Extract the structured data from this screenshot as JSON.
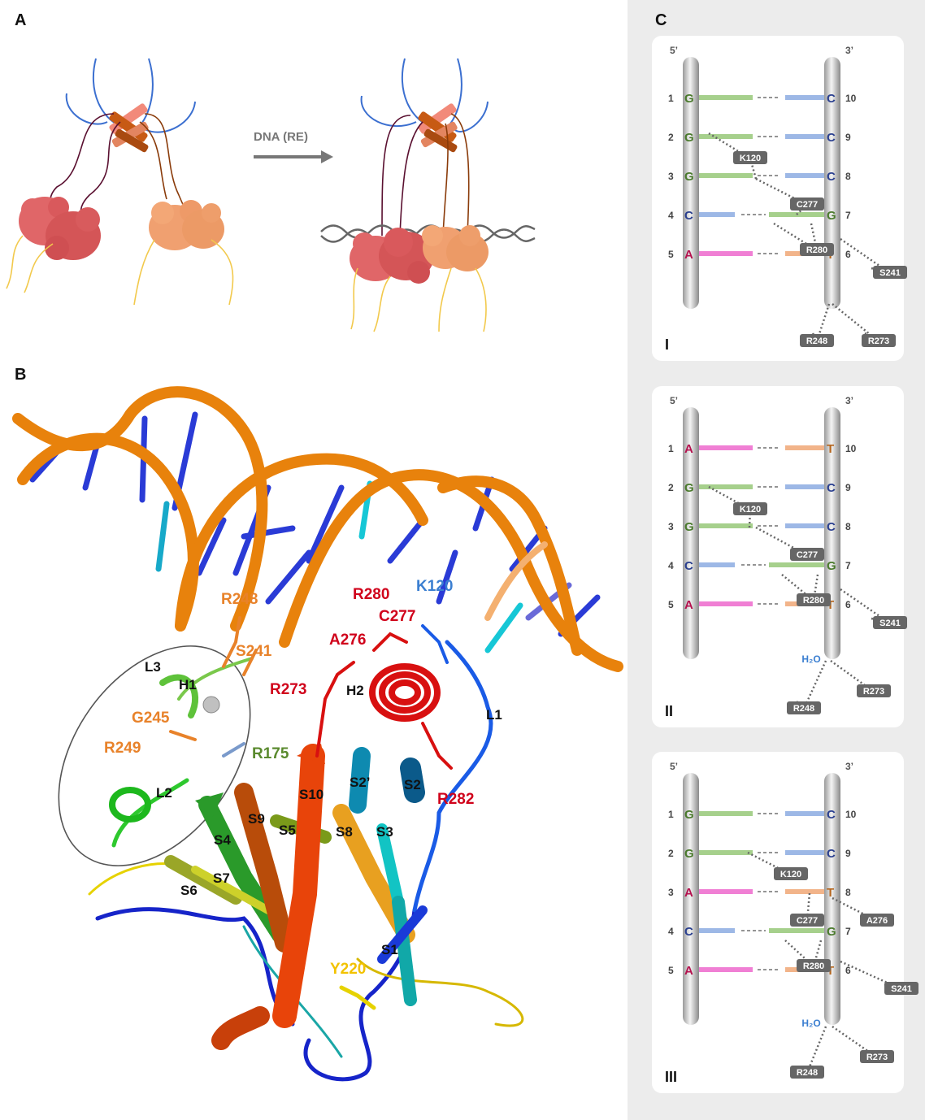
{
  "panels": {
    "a": "A",
    "b": "B",
    "c": "C"
  },
  "panel_a": {
    "arrow_label": "DNA (RE)"
  },
  "panel_b": {
    "labels": {
      "r248": "R248",
      "s241": "S241",
      "l3": "L3",
      "h1": "H1",
      "g245": "G245",
      "r249": "R249",
      "l2": "L2",
      "r175": "R175",
      "r273": "R273",
      "h2": "H2",
      "r280": "R280",
      "c277": "C277",
      "a276": "A276",
      "k120": "K120",
      "l1": "L1",
      "s10": "S10",
      "s2p": "S2’",
      "s2": "S2",
      "r282": "R282",
      "s9": "S9",
      "s5": "S5",
      "s8": "S8",
      "s3": "S3",
      "s4": "S4",
      "s7": "S7",
      "s6": "S6",
      "s1": "S1",
      "y220": "Y220"
    },
    "colors": {
      "dna_backbone": "#e8820c",
      "dna_bases": "#2a3bd6",
      "red": "#d0021b",
      "orange": "#e8822a",
      "green": "#5a8a2e",
      "blue": "#3b7fd1",
      "yellow": "#f2c200"
    }
  },
  "panel_c": {
    "five_prime": "5’",
    "three_prime": "3’",
    "base_colors": {
      "G": "#4a7a2c",
      "C": "#2a3f8f",
      "A": "#b5124f",
      "T": "#b5651d"
    },
    "bar_colors": {
      "G": "#a6d08c",
      "C": "#9db8e6",
      "A": "#f07fd4",
      "T": "#f2b48a"
    },
    "cards": [
      {
        "roman": "I",
        "left": [
          {
            "n": "1",
            "b": "G"
          },
          {
            "n": "2",
            "b": "G"
          },
          {
            "n": "3",
            "b": "G"
          },
          {
            "n": "4",
            "b": "C"
          },
          {
            "n": "5",
            "b": "A"
          }
        ],
        "right": [
          {
            "n": "10",
            "b": "C"
          },
          {
            "n": "9",
            "b": "C"
          },
          {
            "n": "8",
            "b": "C"
          },
          {
            "n": "7",
            "b": "G"
          },
          {
            "n": "6",
            "b": "T"
          }
        ],
        "tags": [
          "K120",
          "C277",
          "R280",
          "S241",
          "R248",
          "R273"
        ],
        "water": ""
      },
      {
        "roman": "II",
        "left": [
          {
            "n": "1",
            "b": "A"
          },
          {
            "n": "2",
            "b": "G"
          },
          {
            "n": "3",
            "b": "G"
          },
          {
            "n": "4",
            "b": "C"
          },
          {
            "n": "5",
            "b": "A"
          }
        ],
        "right": [
          {
            "n": "10",
            "b": "T"
          },
          {
            "n": "9",
            "b": "C"
          },
          {
            "n": "8",
            "b": "C"
          },
          {
            "n": "7",
            "b": "G"
          },
          {
            "n": "6",
            "b": "T"
          }
        ],
        "tags": [
          "K120",
          "C277",
          "R280",
          "S241",
          "R248",
          "R273"
        ],
        "water": "H₂O"
      },
      {
        "roman": "III",
        "left": [
          {
            "n": "1",
            "b": "G"
          },
          {
            "n": "2",
            "b": "G"
          },
          {
            "n": "3",
            "b": "A"
          },
          {
            "n": "4",
            "b": "C"
          },
          {
            "n": "5",
            "b": "A"
          }
        ],
        "right": [
          {
            "n": "10",
            "b": "C"
          },
          {
            "n": "9",
            "b": "C"
          },
          {
            "n": "8",
            "b": "T"
          },
          {
            "n": "7",
            "b": "G"
          },
          {
            "n": "6",
            "b": "T"
          }
        ],
        "tags": [
          "K120",
          "C277",
          "A276",
          "R280",
          "S241",
          "R248",
          "R273"
        ],
        "water": "H₂O"
      }
    ]
  }
}
